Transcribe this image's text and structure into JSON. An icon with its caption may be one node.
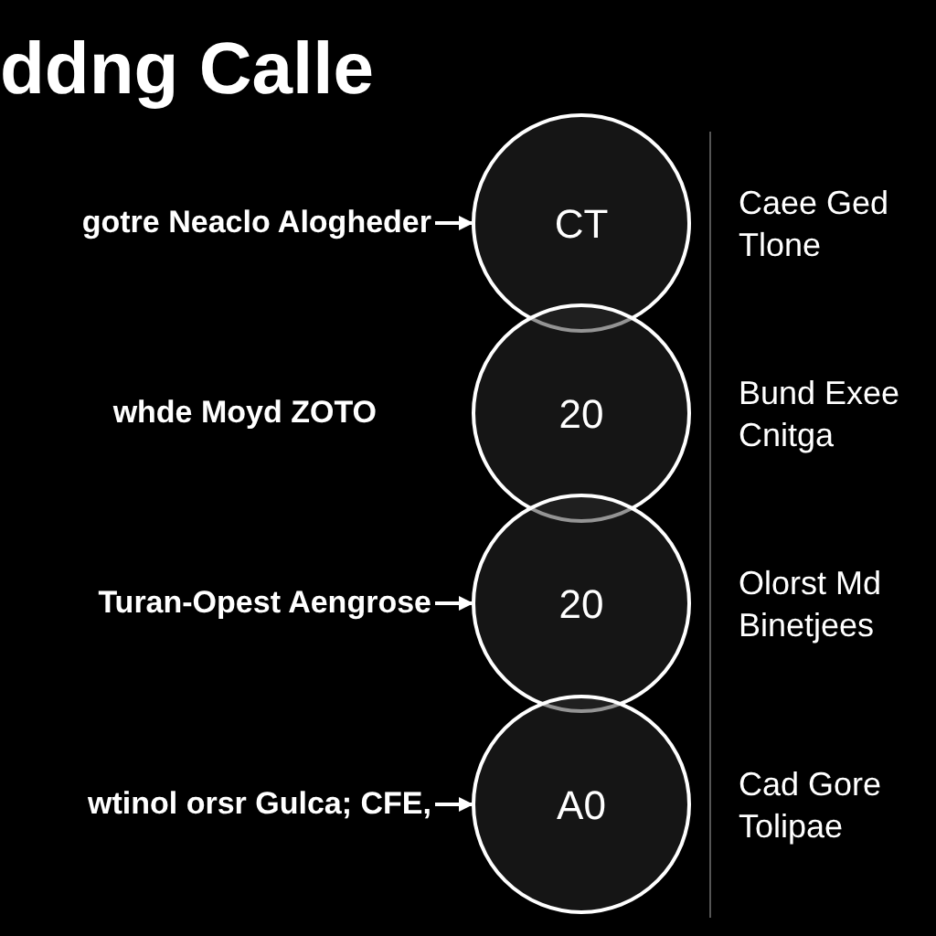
{
  "diagram": {
    "title": "ddng Calle",
    "nodes": [
      {
        "text": [
          "gotre Neaclo Alogheder"
        ]
      },
      {
        "text": [
          "Turan-Opest Aengrose"
        ]
      },
      {
        "text": [
          "wtinol orsr Gulca; CFE,"
        ]
      },
      {
        "text": [
          "CT"
        ],
        "beside": [
          "Caee Ged",
          "Tlone"
        ]
      },
      {
        "text": [
          "20"
        ],
        "beside": [
          "Bund Exee",
          "Cnitga"
        ]
      },
      {
        "text": [
          "20"
        ],
        "beside": [
          "Olorst Md",
          "Binetjees"
        ]
      },
      {
        "text": [
          "A0"
        ],
        "beside": [
          "Cad Gore",
          "Tolipae"
        ]
      }
    ],
    "edges": [
      {
        "from": 0,
        "to": 3,
        "arrow": "to"
      },
      {
        "from": 1,
        "to": 5,
        "arrow": "to"
      },
      {
        "from": 2,
        "to": 6,
        "arrow": "to"
      }
    ],
    "labels": [
      "whde Moyd ZOTO"
    ]
  }
}
